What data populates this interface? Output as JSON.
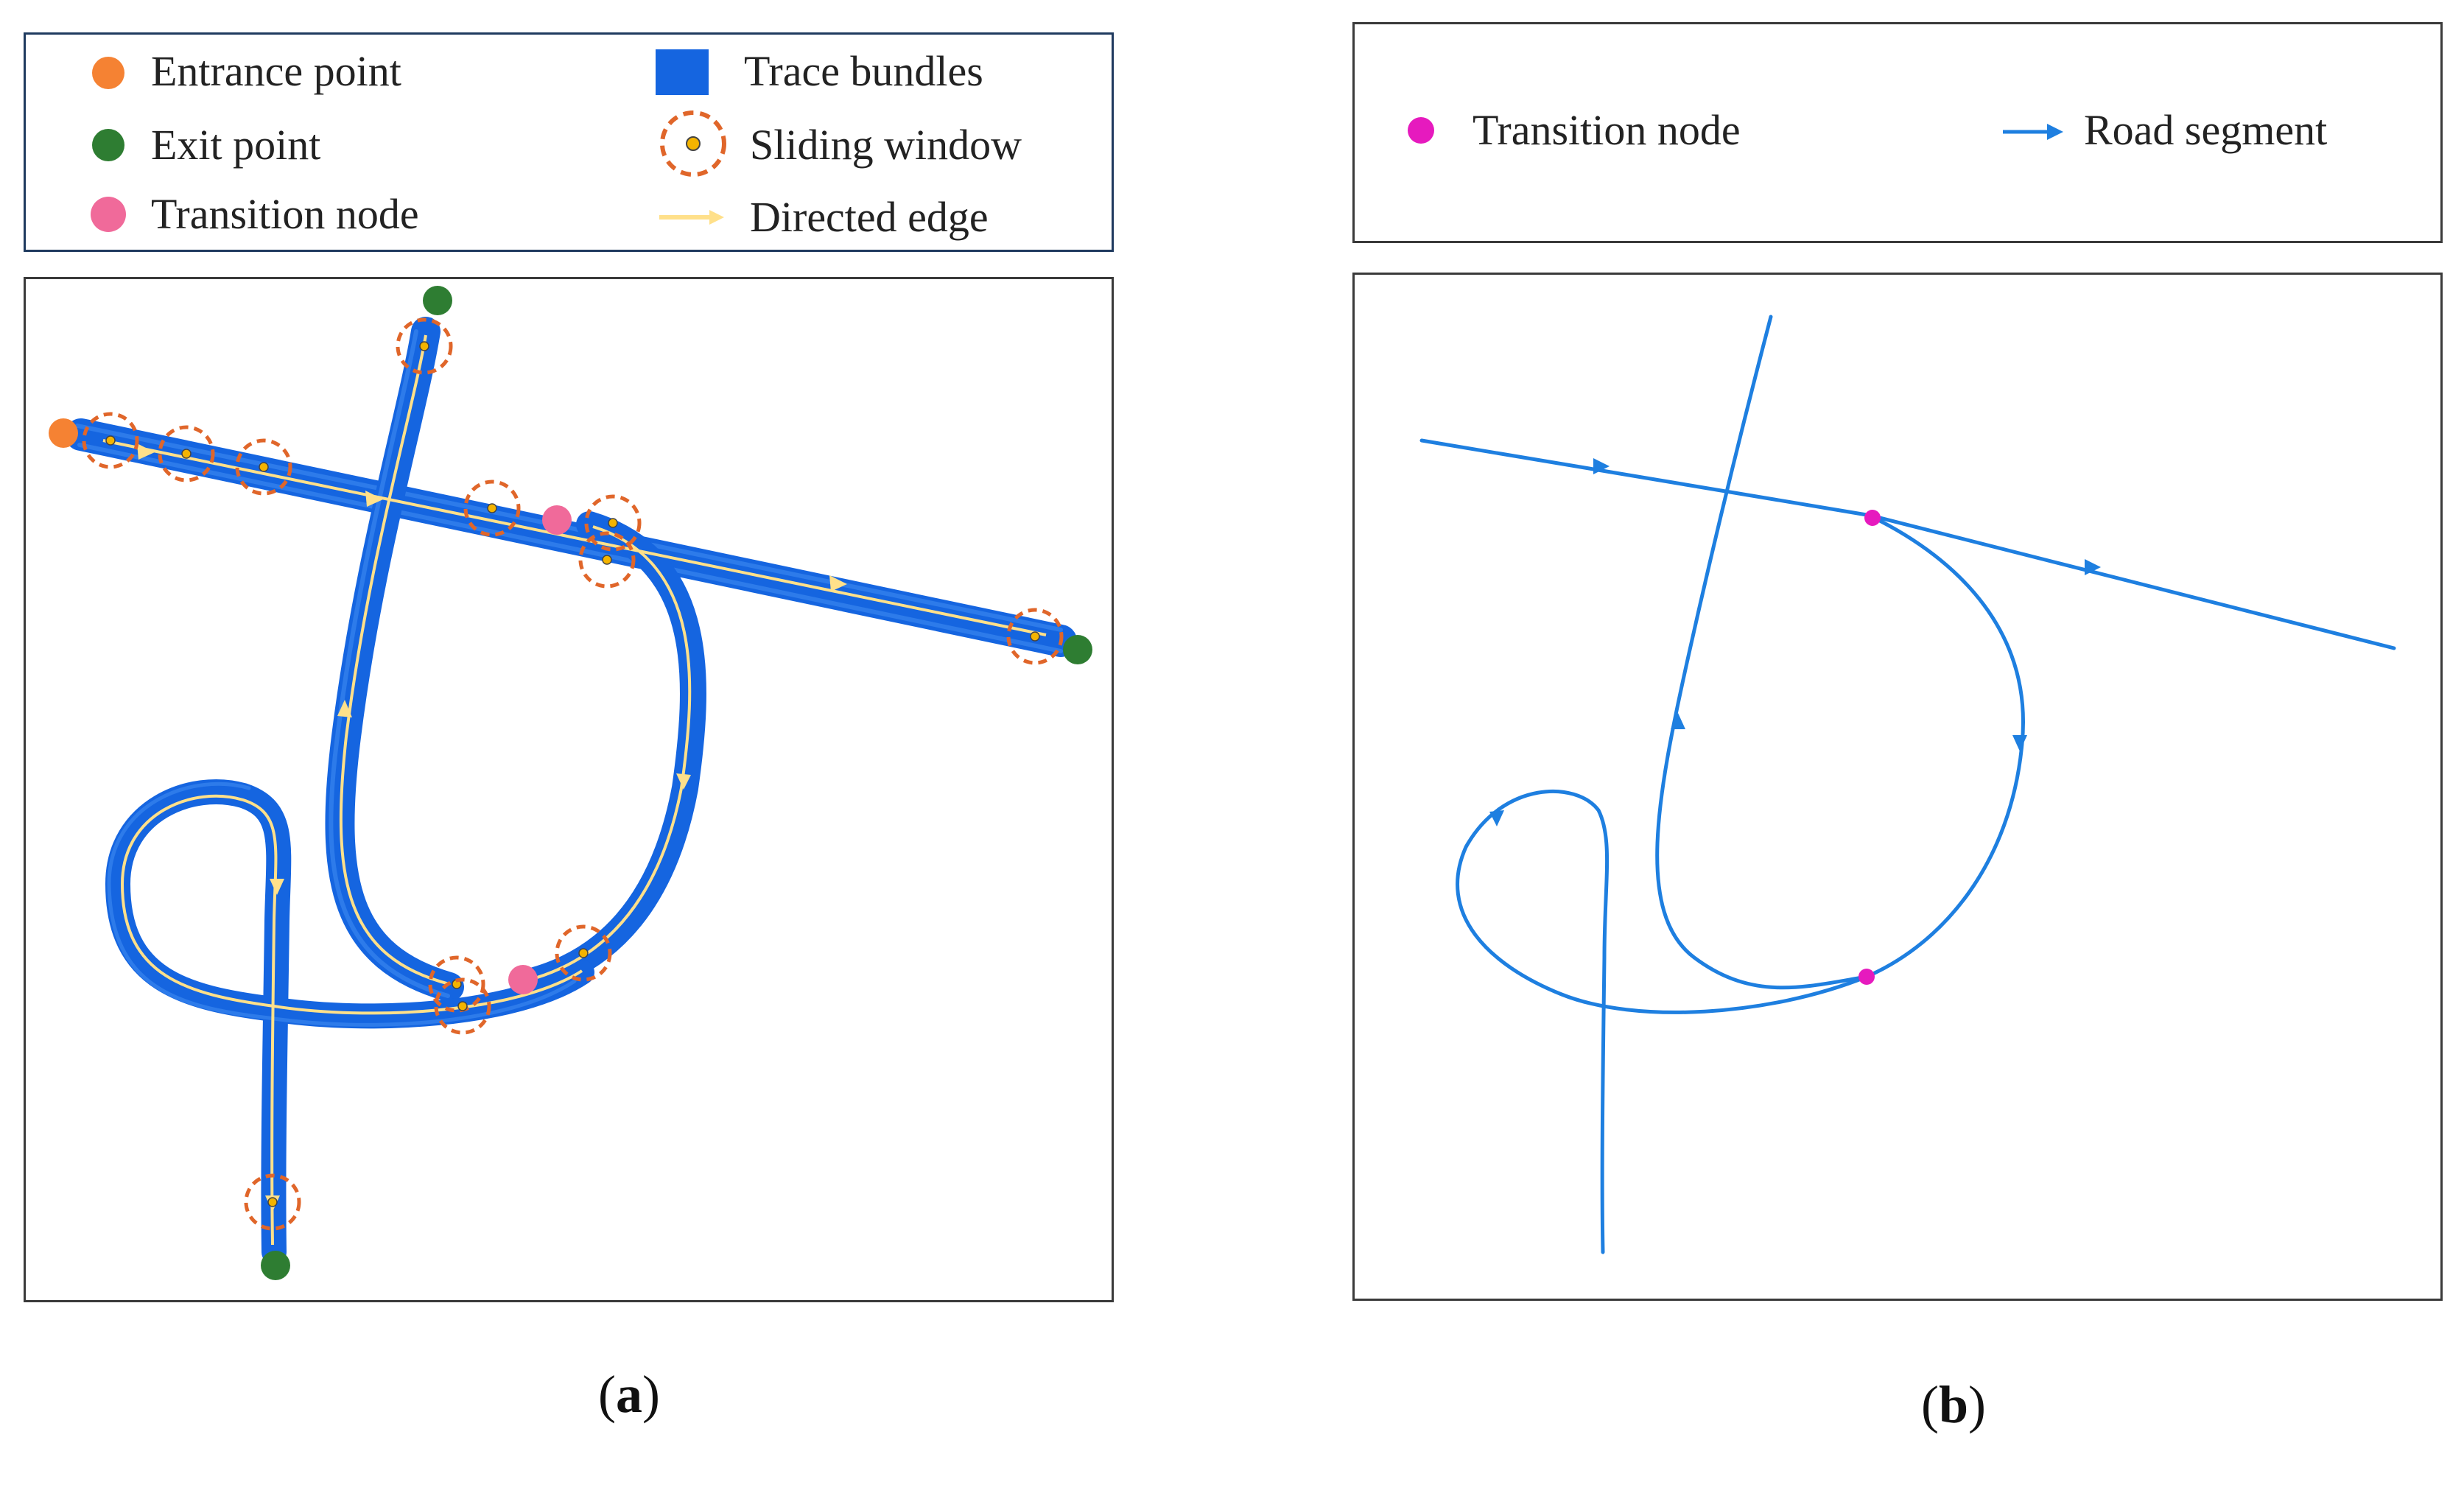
{
  "legend_a": {
    "entrance_point": "Entrance point",
    "exit_point": "Exit point",
    "transition_node": "Transition node",
    "trace_bundles": "Trace bundles",
    "sliding_window": "Sliding window",
    "directed_edge": "Directed edge"
  },
  "legend_b": {
    "transition_node": "Transition node",
    "road_segment": "Road segment"
  },
  "captions": {
    "a_open": "(",
    "a_letter": "a",
    "a_close": ")",
    "b_open": "(",
    "b_letter": "b",
    "b_close": ")"
  },
  "colors": {
    "entrance": "#F58233",
    "exit": "#2E7D32",
    "transition_a": "#F06A9A",
    "transition_b": "#E61ABE",
    "bundle": "#1565E0",
    "road": "#1E7FE0",
    "directed_edge": "#FFE08A",
    "window": "#E0662A"
  }
}
